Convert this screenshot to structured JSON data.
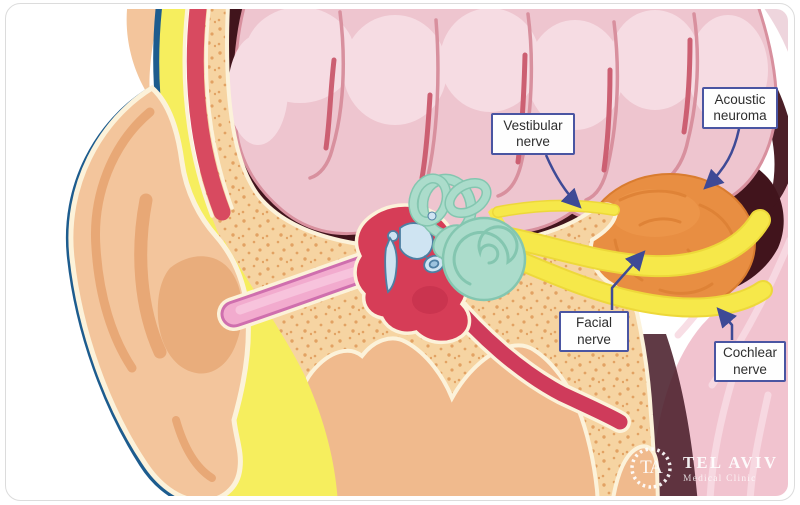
{
  "figure": {
    "labels": {
      "vestibular": "Vestibular nerve",
      "acoustic": "Acoustic neuroma",
      "facial": "Facial nerve",
      "cochlear": "Cochlear nerve"
    },
    "logo": {
      "monogram": "TA",
      "name": "TEL AVIV",
      "tagline": "Medical Clinic"
    },
    "colors": {
      "skin": "#f3c59c",
      "skin_shadow": "#e9ad7c",
      "fat_yellow": "#f6ee5e",
      "muscle_red": "#d84a60",
      "bone": "#f6d4a2",
      "bone_speckle": "#e2a263",
      "cream_outline": "#fcf2da",
      "skull_interior_dark": "#41141c",
      "brain_pink": "#eec5cf",
      "brain_light": "#f6dce3",
      "brain_line": "#d8909e",
      "vessel_red": "#cc5f72",
      "ear_canal_pink": "#f2abce",
      "middle_ear_red": "#d63d57",
      "ossicle_blue": "#cfe4f2",
      "cochlea_mint": "#abdccb",
      "nerve_yellow": "#f6e84a",
      "neuroma_orange": "#e88e42",
      "cerebellum_pink": "#f1c3cf",
      "label_border": "#4a55a2",
      "connector": "#3e4a96",
      "ear_outline_blue": "#1d5c8e"
    }
  }
}
